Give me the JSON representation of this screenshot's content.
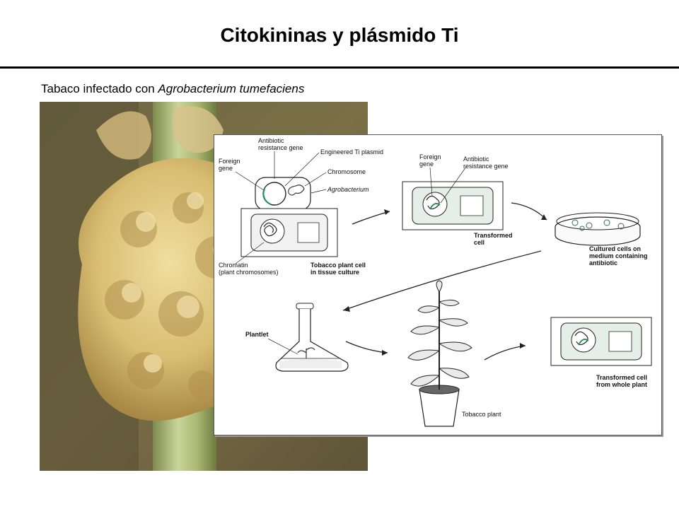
{
  "slide": {
    "title": "Citokininas y plásmido Ti",
    "caption_prefix": "Tabaco infectado con ",
    "caption_species": "Agrobacterium tumefaciens"
  },
  "diagram": {
    "labels": {
      "antibiotic_1": "Antibiotic",
      "antibiotic_2": "resistance gene",
      "engineered_ti": "Engineered Ti plasmid",
      "foreign_1": "Foreign",
      "foreign_2": "gene",
      "chromosome": "Chromosome",
      "agrobacterium": "Agrobacterium",
      "chromatin_1": "Chromatin",
      "chromatin_2": "(plant chromosomes)",
      "tobacco_cell_1": "Tobacco plant cell",
      "tobacco_cell_2": "in tissue culture",
      "foreign2_1": "Foreign",
      "foreign2_2": "gene",
      "antibiotic2_1": "Antibiotic",
      "antibiotic2_2": "resistance gene",
      "transformed_1": "Transformed",
      "transformed_2": "cell",
      "cultured_1": "Cultured cells on",
      "cultured_2": "medium containing",
      "cultured_3": "antibiotic",
      "plantlet": "Plantlet",
      "tobacco_plant": "Tobacco plant",
      "transformed_whole_1": "Transformed cell",
      "transformed_whole_2": "from whole plant"
    }
  }
}
